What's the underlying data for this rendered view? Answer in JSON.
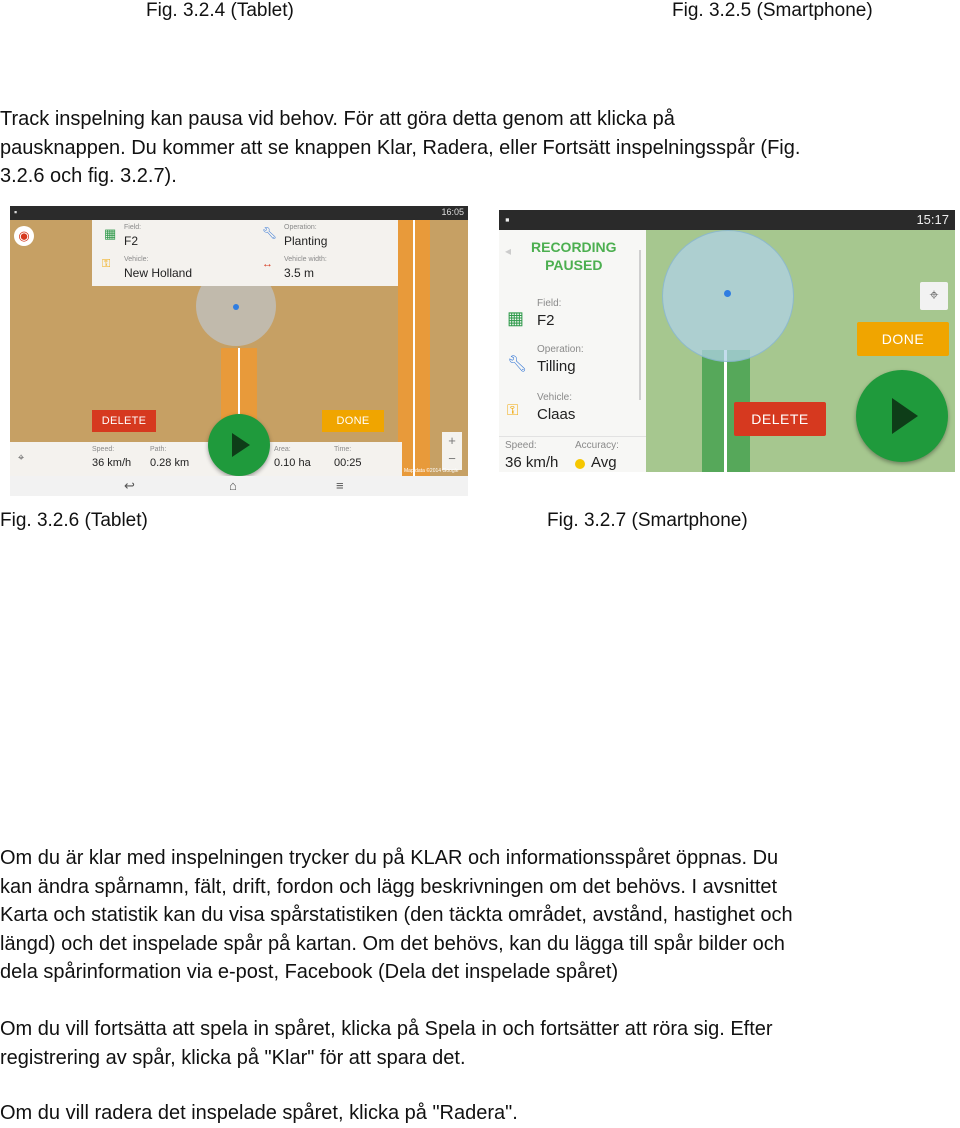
{
  "captions": {
    "fig_324": "Fig. 3.2.4 (Tablet)",
    "fig_325": "Fig. 3.2.5 (Smartphone)",
    "fig_326": "Fig. 3.2.6 (Tablet)",
    "fig_327": "Fig. 3.2.7 (Smartphone)"
  },
  "intro": [
    "Track inspelning kan pausa vid behov. För att göra detta genom att klicka på",
    "pausknappen. Du kommer att se knappen Klar, Radera, eller Fortsätt inspelningsspår (Fig.",
    "3.2.6 och fig. 3.2.7)."
  ],
  "tablet": {
    "status_time": "16:05",
    "field_label": "Field:",
    "field_value": "F2",
    "operation_label": "Operation:",
    "operation_value": "Planting",
    "vehicle_label": "Vehicle:",
    "vehicle_value": "New Holland",
    "width_label": "Vehicle width:",
    "width_value": "3.5 m",
    "delete_label": "DELETE",
    "done_label": "DONE",
    "speed_label": "Speed:",
    "speed_value": "36 km/h",
    "path_label": "Path:",
    "path_value": "0.28 km",
    "area_label": "Area:",
    "area_value": "0.10 ha",
    "time_label": "Time:",
    "time_value": "00:25",
    "zoom_in": "+",
    "zoom_out": "−",
    "map_credit": "Map data ©2014 Google"
  },
  "phone": {
    "status_time": "15:17",
    "recording_line1": "RECORDING",
    "recording_line2": "PAUSED",
    "field_label": "Field:",
    "field_value": "F2",
    "operation_label": "Operation:",
    "operation_value": "Tilling",
    "vehicle_label": "Vehicle:",
    "vehicle_value": "Claas",
    "speed_label": "Speed:",
    "speed_value": "36 km/h",
    "accuracy_label": "Accuracy:",
    "accuracy_value": "Avg",
    "done_label": "DONE",
    "delete_label": "DELETE"
  },
  "para1": [
    "Om du är klar med inspelningen trycker du på KLAR och informationsspåret öppnas. Du",
    "kan ändra spårnamn, fält, drift, fordon och lägg beskrivningen om det behövs. I avsnittet",
    "Karta och statistik kan du visa spårstatistiken (den täckta området, avstånd, hastighet och",
    "längd) och det inspelade spår på kartan. Om det behövs, kan du lägga till spår bilder och",
    "dela spårinformation via e-post, Facebook (Dela det inspelade spåret)"
  ],
  "para2": [
    "Om du vill fortsätta att spela in spåret, klicka på Spela in och fortsätter att röra sig. Efter",
    "registrering av spår, klicka på \"Klar\" för att spara det."
  ],
  "para3": [
    "Om du vill radera det inspelade spåret, klicka på \"Radera\"."
  ],
  "colors": {
    "delete_red": "#d6391f",
    "done_orange": "#f0a500",
    "play_green": "#1f9a3c",
    "recording_green": "#4caf50"
  },
  "icons": [
    "target-icon",
    "grid-icon",
    "wrench-icon",
    "key-icon",
    "width-arrows-icon",
    "play-icon",
    "locate-icon",
    "back-icon",
    "home-icon",
    "menu-icon"
  ]
}
